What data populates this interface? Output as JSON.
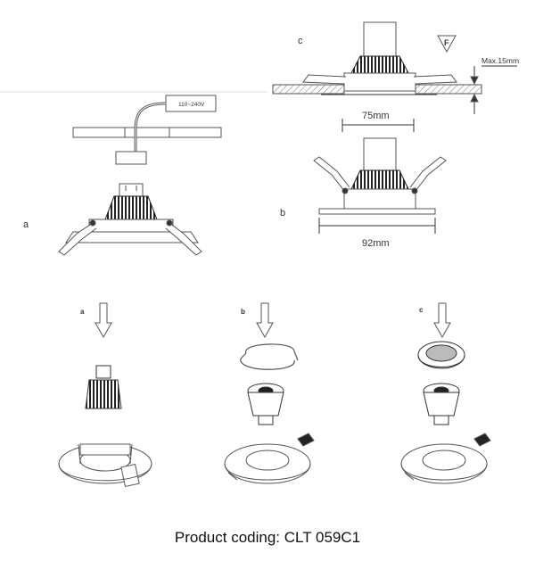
{
  "step_labels": {
    "a": "a",
    "b": "b",
    "c": "c"
  },
  "driver_label": "110~240V",
  "dimensions": {
    "max_depth": "Max.15mm",
    "cutout": "75mm",
    "outer": "92mm"
  },
  "caption": "Product coding: CLT 059C1"
}
